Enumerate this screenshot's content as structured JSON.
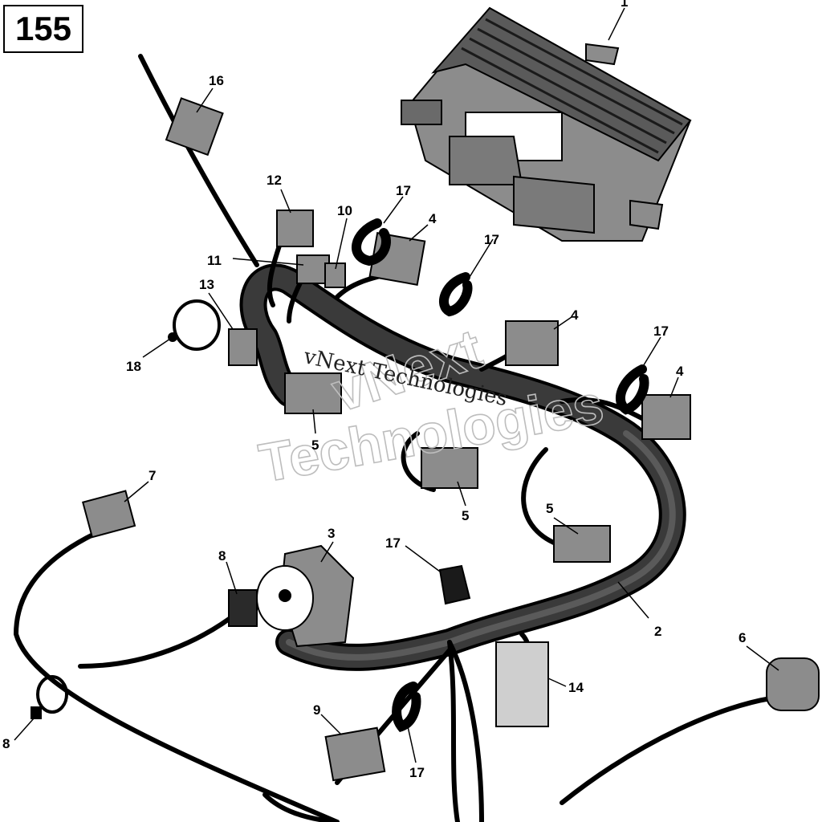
{
  "page": {
    "number": "155"
  },
  "watermark": {
    "line1": "vNext",
    "line2": "Technologies",
    "inline": "vNext Technologies"
  },
  "callouts": {
    "c1": "1",
    "c2": "2",
    "c3": "3",
    "c4a": "4",
    "c4b": "4",
    "c4c": "4",
    "c5a": "5",
    "c5b": "5",
    "c5c": "5",
    "c6": "6",
    "c7": "7",
    "c8a": "8",
    "c8b": "8",
    "c9": "9",
    "c10": "10",
    "c11": "11",
    "c12": "12",
    "c13": "13",
    "c14": "14",
    "c16": "16",
    "c17a": "17",
    "c17b": "17",
    "c17c": "17",
    "c17d": "17",
    "c17e": "17",
    "c18": "18"
  },
  "colors": {
    "part_fill": "#8c8c8c",
    "part_dark": "#4a4a4a",
    "harness": "#2a2a2a",
    "outline": "#000000"
  }
}
